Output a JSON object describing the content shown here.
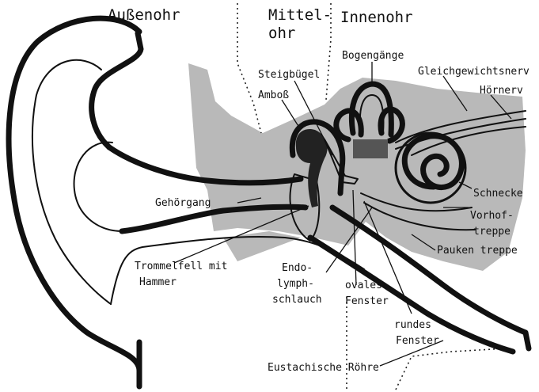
{
  "regions": {
    "outer_ear": "Außenohr",
    "middle_ear_line1": "Mittel-",
    "middle_ear_line2": "ohr",
    "inner_ear": "Innenohr"
  },
  "labels": {
    "steigbuegel": "Steigbügel",
    "amboss": "Amboß",
    "bogengaenge": "Bogengänge",
    "gleichgewichtsnerv": "Gleichgewichtsnerv",
    "hoernerv": "Hörnerv",
    "schnecke": "Schnecke",
    "vorhoftreppe_line1": "Vorhof-",
    "vorhoftreppe_line2": "treppe",
    "paukentreppe": "Pauken treppe",
    "gehoergang": "Gehörgang",
    "trommelfell_line1": "Trommelfell mit",
    "trommelfell_line2": "Hammer",
    "endolymph_line1": "Endo-",
    "endolymph_line2": "lymph-",
    "endolymph_line3": "schlauch",
    "ovales_line1": "ovales",
    "ovales_line2": "Fenster",
    "rundes_line1": "rundes",
    "rundes_line2": "Fenster",
    "eustachische": "Eustachische Röhre"
  }
}
